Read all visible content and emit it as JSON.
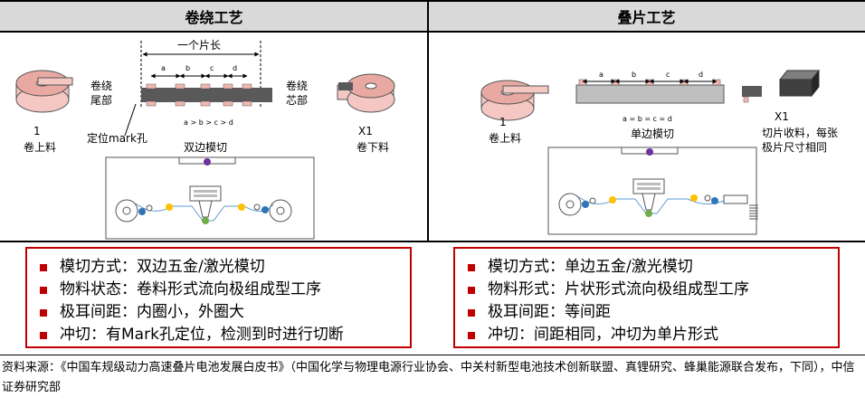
{
  "left": {
    "title": "卷绕工艺",
    "one_piece_length": "一个片长",
    "letters": [
      "a",
      "b",
      "c",
      "d"
    ],
    "tail_label": [
      "卷绕",
      "尾部"
    ],
    "core_label": [
      "卷绕",
      "芯部"
    ],
    "relation": "a > b > c > d",
    "mark_hole": "定位mark孔",
    "unwind_num": "1",
    "unwind_label": "卷上料",
    "rewind_num": "X1",
    "rewind_label": "卷下料",
    "die_cut": "双边模切",
    "bullets": [
      "模切方式：双边五金/激光模切",
      "物料状态：卷料形式流向极组成型工序",
      "极耳间距：内圈小，外圈大",
      "冲切：有Mark孔定位，检测到时进行切断"
    ]
  },
  "right": {
    "title": "叠片工艺",
    "letters": [
      "a",
      "b",
      "c",
      "d"
    ],
    "relation": "a = b = c = d",
    "unwind_num": "1",
    "unwind_label": "卷上料",
    "die_cut": "单边模切",
    "out_num": "X1",
    "out_label": [
      "切片收料，每张",
      "极片尺寸相同"
    ],
    "bullets": [
      "模切方式：单边五金/激光模切",
      "物料形式：片状形式流向极组成型工序",
      "极耳间距：等间距",
      "冲切：间距相同，冲切为单片形式"
    ]
  },
  "source": "资料来源：《中国车规级动力高速叠片电池发展白皮书》（中国化学与物理电源行业协会、中关村新型电池技术创新联盟、真锂研究、蜂巢能源联合发布，下同），中信证券研究部",
  "colors": {
    "accent": "#c00000",
    "header_bg": "#d9d9d9",
    "roll": "#f4c7c3",
    "strip": "#595959",
    "tab": "#f4b6b0"
  }
}
